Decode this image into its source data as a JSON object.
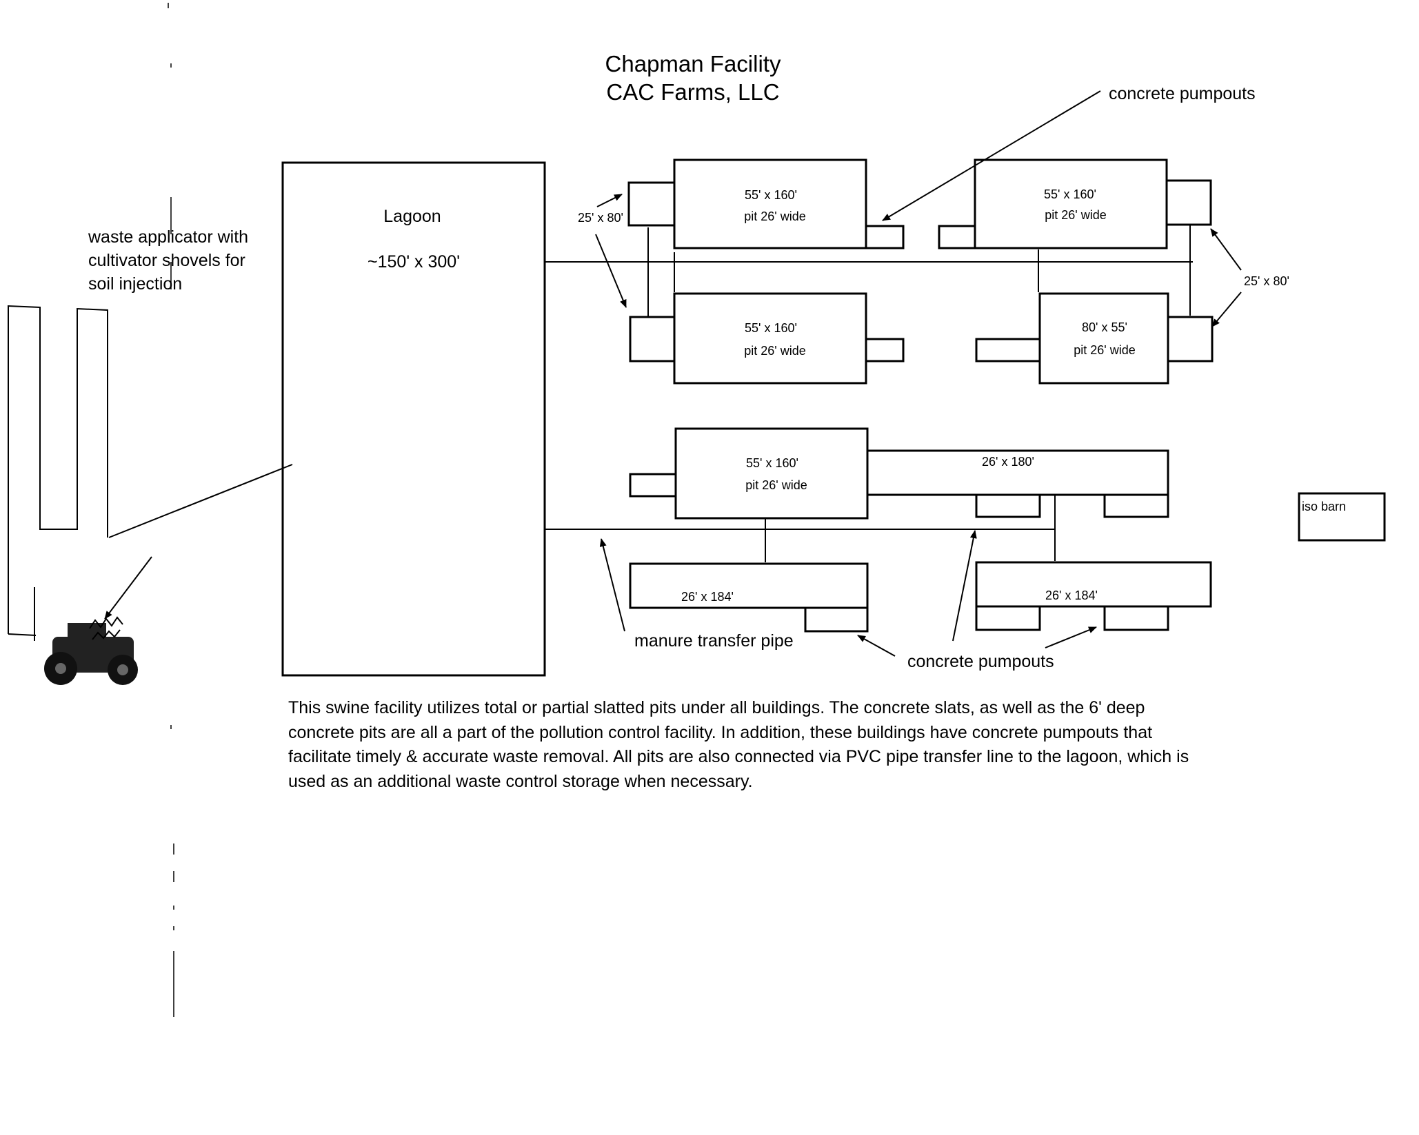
{
  "title": {
    "line1": "Chapman Facility",
    "line2": "CAC Farms, LLC"
  },
  "lagoon": {
    "name": "Lagoon",
    "size": "~150' x 300'"
  },
  "applicator_label": {
    "line1": "waste applicator with",
    "line2": "cultivator shovels for",
    "line3": "soil injection"
  },
  "buildings": {
    "b1": {
      "size": "55' x 160'",
      "pit": "pit 26' wide"
    },
    "b2": {
      "size": "55' x 160'",
      "pit": "pit 26' wide"
    },
    "b3": {
      "size": "55' x 160'",
      "pit": "pit 26' wide"
    },
    "b4": {
      "size": "80' x 55'",
      "pit": "pit 26' wide"
    },
    "b5": {
      "size": "55' x 160'",
      "pit": "pit 26' wide"
    },
    "b6": {
      "size": "26' x 180'"
    },
    "b7": {
      "size": "26' x 184'"
    },
    "b8": {
      "size": "26' x 184'"
    },
    "iso": {
      "name": "iso barn"
    }
  },
  "annotations": {
    "pumpouts_top": "concrete pumpouts",
    "pumpouts_bottom": "concrete pumpouts",
    "annex_left": "25' x 80'",
    "annex_right": "25' x 80'",
    "transfer_pipe": "manure transfer pipe"
  },
  "description": {
    "line1": "This swine facility utilizes total or partial slatted pits under all buildings.  The concrete slats, as well as the 6' deep",
    "line2": "concrete pits are all a part of the pollution control facility.  In addition, these buildings have concrete pumpouts that",
    "line3": "facilitate timely & accurate waste removal.  All pits are also connected via PVC pipe transfer line to the lagoon, which is",
    "line4": "used as an additional waste control storage when necessary."
  }
}
